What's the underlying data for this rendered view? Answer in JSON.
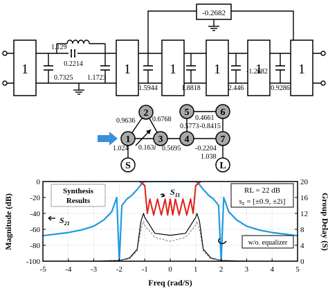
{
  "circuit": {
    "resonator_label": "1",
    "cap_values": [
      "1.129",
      "0.2214",
      "0.7325",
      "1.1723",
      "1.5944",
      "1.8818",
      "2.446",
      "-1.2682",
      "0.9286"
    ],
    "cross_coupling": "-0.2682"
  },
  "coupling_graph": {
    "nodes": [
      "1",
      "2",
      "3",
      "4",
      "5",
      "6",
      "7"
    ],
    "source": "S",
    "load": "L",
    "labels": {
      "c12": "0.9636",
      "c23": "0.6768",
      "c13": "0.163",
      "c13_unit": "i",
      "c1s": "1.024",
      "c34": "0.5695",
      "c45": "0.4661",
      "c56": "0.5773",
      "c67": "-0.8415",
      "c47": "-0.2204",
      "c7l": "1.038"
    }
  },
  "plot": {
    "xlabel": "Freq (rad/S)",
    "ylabel_left": "Magnitude (dB)",
    "ylabel_right": "Group Delay (S)",
    "xticks": [
      "-5",
      "-4",
      "-3",
      "-2",
      "-1",
      "0",
      "1",
      "2",
      "3",
      "4",
      "5"
    ],
    "yticks_left": [
      "0",
      "-20",
      "-40",
      "-60",
      "-80",
      "-100"
    ],
    "yticks_right": [
      "20",
      "16",
      "12",
      "8",
      "4",
      "0"
    ],
    "legend_synthesis_1": "Synthesis",
    "legend_synthesis_2": "Results",
    "rl_text": "RL = 22 dB",
    "sz_text_prefix": "s",
    "sz_text_sub": "z",
    "sz_text_rest": " = [±0.9, ±2i]",
    "s11_label": "S",
    "s11_sub": "11",
    "s21_label": "S",
    "s21_sub": "21",
    "no_eq_label": "w/o. equalizer",
    "colors": {
      "s21": "#1e9ae0",
      "s11": "#e0201c",
      "delay": "#000000"
    }
  },
  "chart_data": {
    "type": "line",
    "title": "",
    "xlabel": "Freq (rad/S)",
    "ylabel": "Magnitude (dB)",
    "y2label": "Group Delay (S)",
    "xlim": [
      -5,
      5
    ],
    "ylim": [
      -100,
      0
    ],
    "y2lim": [
      0,
      20
    ],
    "grid": true,
    "series": [
      {
        "name": "S21",
        "axis": "left",
        "x": [
          -5,
          -4.5,
          -4,
          -3.5,
          -3,
          -2.6,
          -2.3,
          -2.1,
          -2.0,
          -1.9,
          -1.7,
          -1.5,
          -1.3,
          -1.15,
          -1.05,
          -1.0,
          0,
          1.0,
          1.05,
          1.15,
          1.3,
          1.5,
          1.7,
          1.9,
          2.0,
          2.1,
          2.3,
          2.6,
          3,
          3.5,
          4,
          4.5,
          5
        ],
        "values": [
          -68,
          -66,
          -64,
          -61,
          -56,
          -48,
          -38,
          -20,
          -100,
          -30,
          -22,
          -17,
          -10,
          -4,
          -1,
          0,
          0,
          0,
          -1,
          -4,
          -10,
          -17,
          -22,
          -30,
          -100,
          -20,
          -38,
          -48,
          -56,
          -61,
          -64,
          -66,
          -68
        ]
      },
      {
        "name": "S11",
        "axis": "left",
        "x": [
          -1.2,
          -1.0,
          -0.95,
          -0.9,
          -0.8,
          -0.65,
          -0.5,
          -0.35,
          -0.2,
          -0.1,
          0,
          0.1,
          0.2,
          0.35,
          0.5,
          0.65,
          0.8,
          0.9,
          0.95,
          1.0,
          1.2
        ],
        "values": [
          0,
          -5,
          -22,
          -40,
          -22,
          -42,
          -22,
          -42,
          -22,
          -42,
          -22,
          -42,
          -22,
          -42,
          -22,
          -42,
          -22,
          -40,
          -22,
          -5,
          0
        ]
      },
      {
        "name": "Group delay (synthesis)",
        "axis": "right",
        "x": [
          -5,
          -3,
          -2,
          -1.6,
          -1.3,
          -1.15,
          -1.05,
          -1.0,
          -0.6,
          0,
          0.6,
          1.0,
          1.05,
          1.15,
          1.3,
          1.6,
          2,
          3,
          5
        ],
        "values": [
          0,
          0,
          0.2,
          0.8,
          3,
          10,
          12,
          11,
          7,
          6.5,
          7,
          11,
          12,
          10,
          3,
          0.8,
          0.2,
          0,
          0
        ]
      },
      {
        "name": "w/o. equalizer",
        "axis": "right",
        "x": [
          -5,
          -3,
          -2,
          -1.6,
          -1.3,
          -1.15,
          -1.05,
          -1.0,
          -0.6,
          0,
          0.6,
          1.0,
          1.05,
          1.15,
          1.3,
          1.6,
          2,
          3,
          5
        ],
        "values": [
          0,
          0,
          0.2,
          0.6,
          2.5,
          8,
          10,
          9,
          6,
          5,
          6,
          9,
          10,
          8,
          2.5,
          0.6,
          0.2,
          0,
          0
        ]
      }
    ]
  }
}
